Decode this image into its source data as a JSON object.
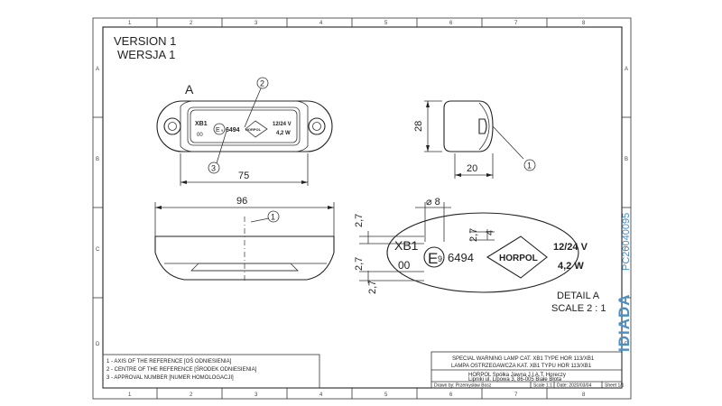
{
  "version": {
    "en": "VERSION 1",
    "pl": "WERSJA 1"
  },
  "zones": {
    "top": [
      "1",
      "2",
      "3",
      "4",
      "5",
      "6",
      "7",
      "8"
    ],
    "bottom": [
      "1",
      "2",
      "3",
      "4",
      "5",
      "6",
      "7",
      "8"
    ],
    "left": [
      "A",
      "B",
      "C",
      "D"
    ],
    "right": [
      "A",
      "B",
      "C",
      "D"
    ]
  },
  "top_view": {
    "view_label": "A",
    "dim_width": "75",
    "balloon_2": "2",
    "balloon_3": "3",
    "lens": {
      "class": "XB1",
      "sub": "00",
      "mark": "E",
      "mark_num": "9",
      "approval": "6494",
      "brand": "HORPOL",
      "voltage": "12/24 V",
      "power": "4,2 W"
    }
  },
  "side_view": {
    "dim_height": "28",
    "dim_depth": "20",
    "balloon_1": "1"
  },
  "front_view": {
    "dim_length": "96",
    "balloon_1": "1"
  },
  "detail_a": {
    "dim_diameter": "⌀ 8",
    "dim_27_a": "2,7",
    "dim_27_b": "2,7",
    "dim_4": "4",
    "dim_27_c": "2,7",
    "dim_27_d": "2,7",
    "class": "XB1",
    "sub": "00",
    "mark": "E",
    "mark_num": "9",
    "approval": "6494",
    "brand": "HORPOL",
    "voltage": "12/24 V",
    "power": "4,2 W",
    "title": "DETAIL A",
    "scale": "SCALE 2 : 1"
  },
  "legend": [
    "1 - AXIS OF THE REFERENCE [OŚ ODNIESIENIA]",
    "2 - CENTRE OF THE REFERENCE [ŚRODEK ODNIESIENIA]",
    "3 - APPROVAL NUMBER [NUMER HOMOLOGACJI]"
  ],
  "title_block": {
    "title_en": "SPECIAL WARNING LAMP CAT. XB1 TYPE HOR 113/XB1",
    "title_pl": "LAMPA OSTRZEGAWCZA KAT. XB1 TYPU HOR 113/XB1",
    "company": "HORPOL Spółka Jawna   J.I.A.T. Horeczy",
    "address": "Lipniki ul. Lipowa 3, 86-005 Białe Błota",
    "drawn_by": "Drawn by: Przemysław Bosz",
    "scale": "Scale 1:1",
    "date": "Date: 2020/03/04",
    "sheet": "Sheet 1/1"
  },
  "stamp": {
    "brand": "IDIADA",
    "code": "PC20040095"
  }
}
